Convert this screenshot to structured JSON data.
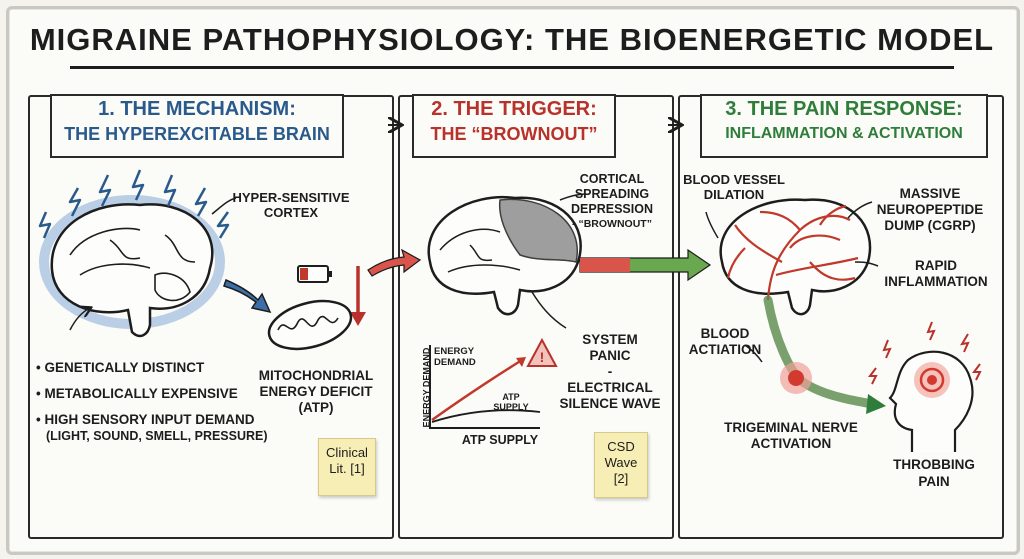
{
  "title": "MIGRAINE PATHOPHYSIOLOGY: THE BIOENERGETIC MODEL",
  "colors": {
    "blue": "#2a5a8c",
    "red": "#b8322b",
    "green": "#2f7d3a",
    "ink": "#1d1d1d",
    "note": "#f7eeb6",
    "brain_gray": "#9a9a9a",
    "vessel": "#c0392b"
  },
  "panel1": {
    "header_line1": "1. THE MECHANISM:",
    "header_line2": "THE HYPEREXCITABLE BRAIN",
    "cortex_label_line1": "HYPER-SENSITIVE",
    "cortex_label_line2": "CORTEX",
    "bullets": [
      "GENETICALLY DISTINCT",
      "METABOLICALLY EXPENSIVE",
      "HIGH SENSORY INPUT DEMAND"
    ],
    "bullet_sub": "(LIGHT, SOUND, SMELL, PRESSURE)",
    "mito_label_line1": "MITOCHONDRIAL",
    "mito_label_line2": "ENERGY DEFICIT",
    "mito_label_line3": "(ATP)",
    "note_line1": "Clinical",
    "note_line2": "Lit. [1]"
  },
  "panel2": {
    "header_line1": "2. THE TRIGGER:",
    "header_line2": "THE “BROWNOUT”",
    "csd_line1": "CORTICAL",
    "csd_line2": "SPREADING",
    "csd_line3": "DEPRESSION",
    "csd_line4": "- “BROWNOUT”",
    "panic_line1": "SYSTEM",
    "panic_line2": "PANIC",
    "panic_line3": "-",
    "panic_line4": "ELECTRICAL",
    "panic_line5": "SILENCE WAVE",
    "graph_ylabel": "ENERGY DEMAND",
    "graph_xlabel": "ATP SUPPLY",
    "graph_demand_line1": "ENERGY",
    "graph_demand_line2": "DEMAND",
    "graph_supply_line1": "ATP",
    "graph_supply_line2": "SUPPLY",
    "warning_symbol": "!",
    "note_line1": "CSD",
    "note_line2": "Wave",
    "note_line3": "[2]"
  },
  "panel3": {
    "header_line1": "3. THE PAIN RESPONSE:",
    "header_line2": "INFLAMMATION & ACTIVATION",
    "vessel_line1": "BLOOD VESSEL",
    "vessel_line2": "DILATION",
    "cgrp_line1": "MASSIVE",
    "cgrp_line2": "NEUROPEPTIDE",
    "cgrp_line3": "DUMP (CGRP)",
    "inflam_line1": "RAPID",
    "inflam_line2": "INFLAMMATION",
    "activ_line1": "BLOOD",
    "activ_line2": "ACTIATION",
    "trig_line1": "TRIGEMINAL NERVE",
    "trig_line2": "ACTIVATION",
    "pain_line1": "THROBBING",
    "pain_line2": "PAIN"
  }
}
